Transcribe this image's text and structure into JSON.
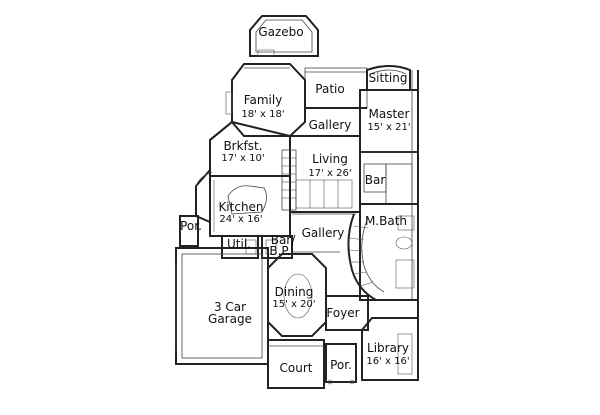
{
  "rooms": {
    "gazebo": {
      "name": "Gazebo"
    },
    "patio": {
      "name": "Patio"
    },
    "sitting": {
      "name": "Sitting"
    },
    "family": {
      "name": "Family",
      "dims": "18' x 18'"
    },
    "master": {
      "name": "Master",
      "dims": "15' x 21'"
    },
    "gallery_upper": {
      "name": "Gallery"
    },
    "brkfst": {
      "name": "Brkfst.",
      "dims": "17' x 10'"
    },
    "living": {
      "name": "Living",
      "dims": "17' x 26'"
    },
    "bar_upper": {
      "name": "Bar"
    },
    "kitchen": {
      "name": "Kitchen",
      "dims": "24' x 16'"
    },
    "mbath": {
      "name": "M.Bath"
    },
    "por_left": {
      "name": "Por."
    },
    "util": {
      "name": "Util."
    },
    "bar_bp": {
      "name": "Bar/\nB.P."
    },
    "gallery_lower": {
      "name": "Gallery"
    },
    "garage": {
      "name": "3 Car\nGarage"
    },
    "dining": {
      "name": "Dining",
      "dims": "15' x 20'"
    },
    "foyer": {
      "name": "Foyer"
    },
    "library": {
      "name": "Library",
      "dims": "16' x 16'"
    },
    "court": {
      "name": "Court"
    },
    "por_front": {
      "name": "Por."
    }
  }
}
